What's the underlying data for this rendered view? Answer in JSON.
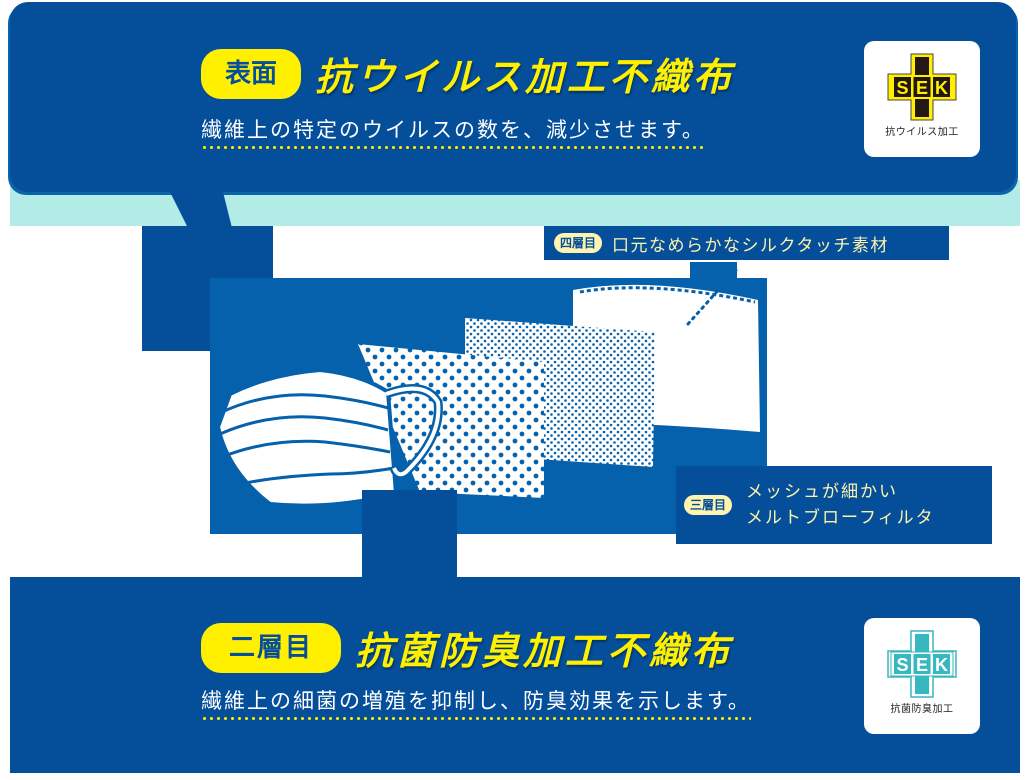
{
  "top_section": {
    "badge": "表面",
    "title": "抗ウイルス加工不織布",
    "description": "繊維上の特定のウイルスの数を、減少させます。",
    "certification": {
      "logo_text": "SEK",
      "caption": "抗ウイルス加工",
      "cross_color": "#231815",
      "outline_color": "#fff000"
    }
  },
  "layer4": {
    "badge": "四層目",
    "text": "口元なめらかなシルクタッチ素材"
  },
  "layer3": {
    "badge": "三層目",
    "text_line1": "メッシュが細かい",
    "text_line2": "メルトブローフィルタ"
  },
  "bottom_section": {
    "badge": "二層目",
    "title": "抗菌防臭加工不織布",
    "description": "繊維上の細菌の増殖を抑制し、防臭効果を示します。",
    "certification": {
      "logo_text": "SEK",
      "caption": "抗菌防臭加工",
      "cross_color": "#36b8be",
      "outline_color": "#ffffff"
    }
  },
  "colors": {
    "navy": "#044e9a",
    "mid_blue": "#0561ab",
    "teal_band": "#b3ebe7",
    "accent_yellow": "#fff000",
    "label_cream": "#fff3b0"
  }
}
